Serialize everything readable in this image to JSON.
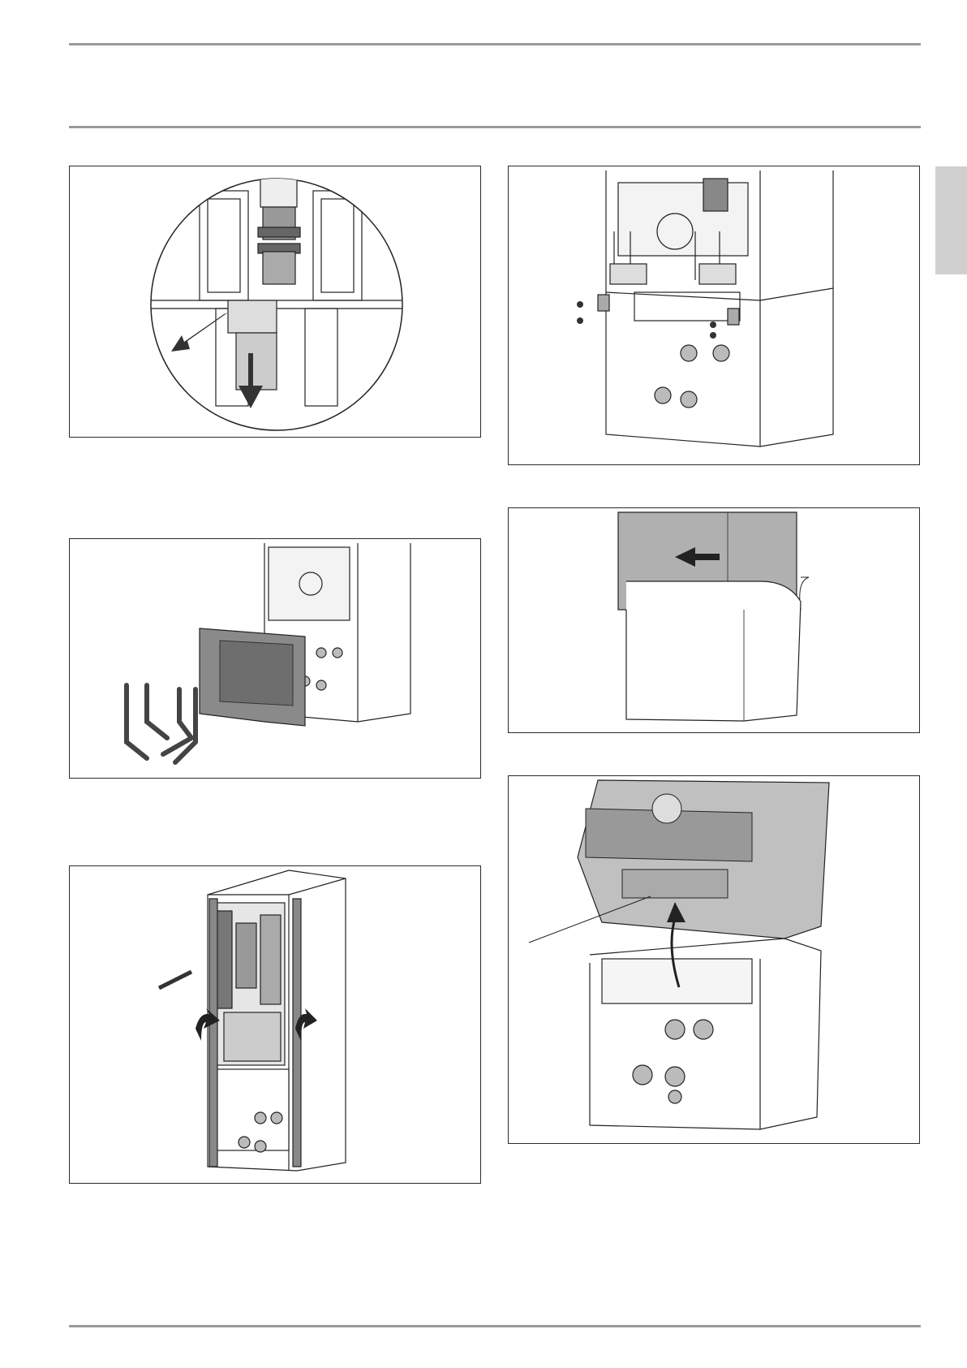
{
  "figures": [
    {
      "id": "fig-coupling-removal",
      "icon": "pipe-coupling-detail-icon"
    },
    {
      "id": "fig-bracket-screws",
      "icon": "mounting-bracket-icon"
    },
    {
      "id": "fig-pipe-module",
      "icon": "pipe-module-icon"
    },
    {
      "id": "fig-cover-slide",
      "icon": "cover-slide-icon"
    },
    {
      "id": "fig-unit-side-panels",
      "icon": "side-panel-removal-icon"
    },
    {
      "id": "fig-lift-module",
      "icon": "lift-module-icon"
    }
  ],
  "colors": {
    "rule": "#9a9a9a",
    "tab": "#d0d0d0",
    "frame": "#2a2a2a",
    "gray_fill": "#8a8a8a"
  }
}
